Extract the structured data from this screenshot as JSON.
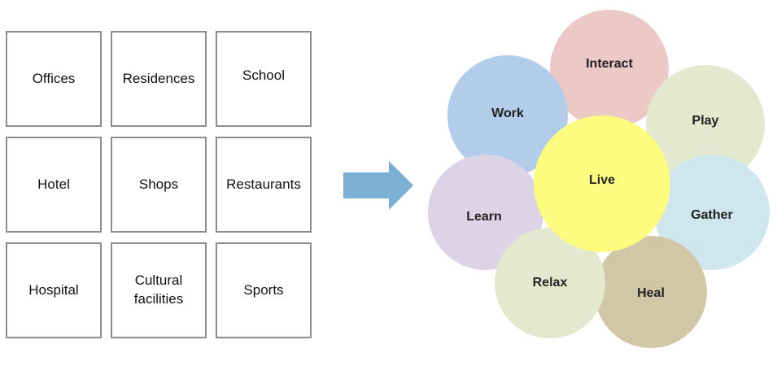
{
  "grid": [
    "Offices",
    "Residences",
    "School",
    "Hotel",
    "Shops",
    "Restaurants",
    "Hospital",
    "Cultural\nfacilities",
    "Sports"
  ],
  "circles": {
    "interact": "Interact",
    "work": "Work",
    "play": "Play",
    "gather": "Gather",
    "learn": "Learn",
    "relax": "Relax",
    "heal": "Heal",
    "live": "Live"
  },
  "colors": {
    "box_border": "#8c8c8c",
    "arrow": "#7bafd4",
    "interact": "#ecc9c6",
    "work": "#b3cce9",
    "play": "#e2e9cf",
    "gather": "#cfe6ee",
    "learn": "#dcd4e6",
    "relax": "#e2e9cf",
    "heal": "#d1c7a6",
    "live": "#fcfc80"
  }
}
